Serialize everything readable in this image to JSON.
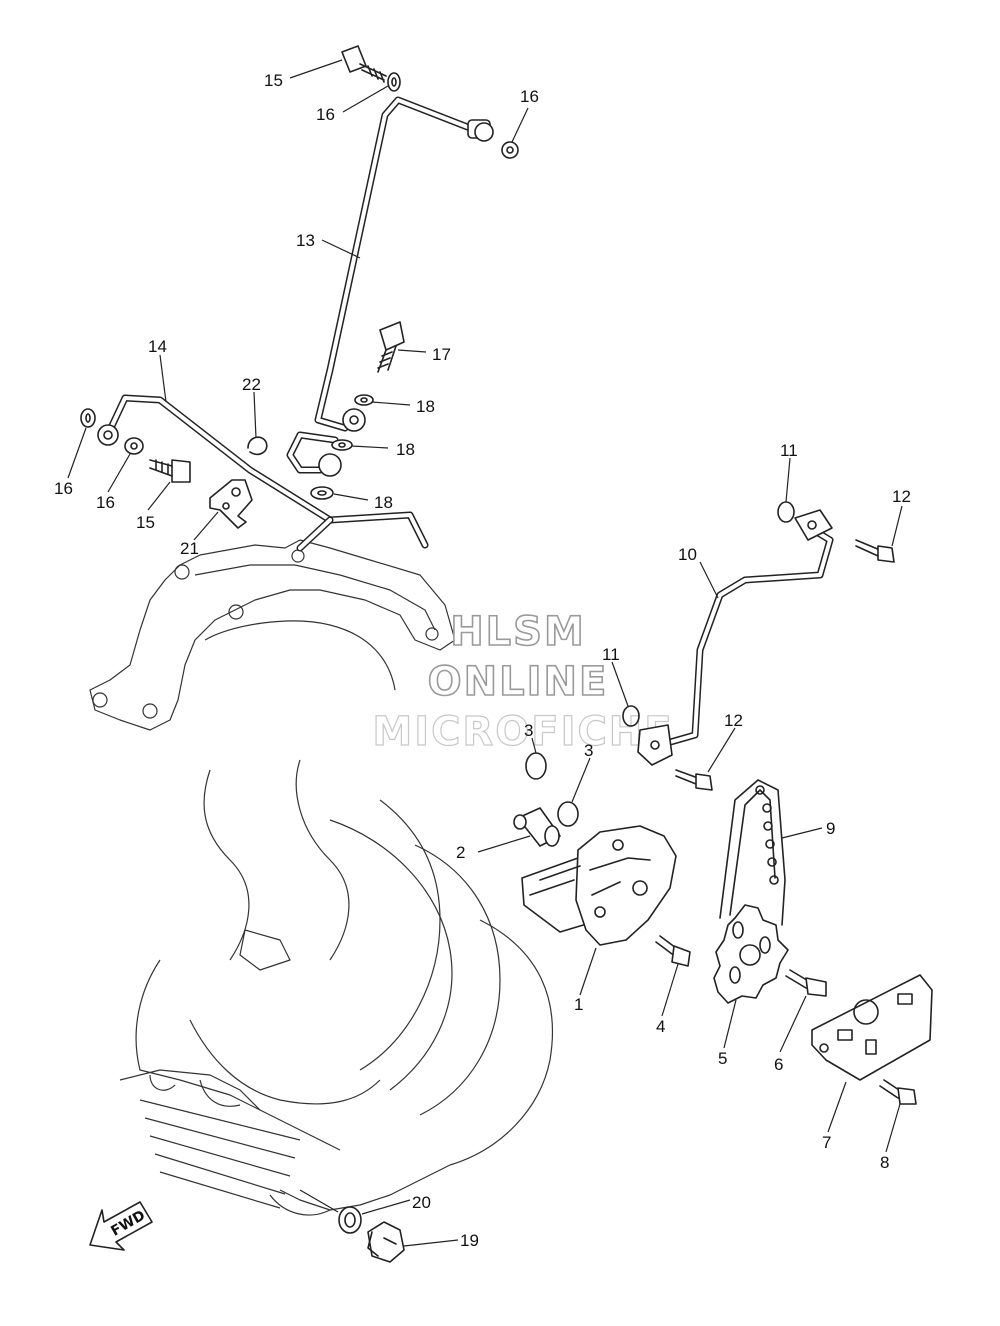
{
  "watermark": {
    "line1": "HLSM",
    "line2": "ONLINE",
    "line3": "MICROFICHE"
  },
  "direction_arrow": {
    "label": "FWD",
    "icon": "forward-arrow-icon"
  },
  "callouts": [
    {
      "id": "c15a",
      "text": "15"
    },
    {
      "id": "c16a",
      "text": "16"
    },
    {
      "id": "c16b",
      "text": "16"
    },
    {
      "id": "c13",
      "text": "13"
    },
    {
      "id": "c17",
      "text": "17"
    },
    {
      "id": "c18a",
      "text": "18"
    },
    {
      "id": "c18b",
      "text": "18"
    },
    {
      "id": "c18c",
      "text": "18"
    },
    {
      "id": "c14",
      "text": "14"
    },
    {
      "id": "c22",
      "text": "22"
    },
    {
      "id": "c16c",
      "text": "16"
    },
    {
      "id": "c16d",
      "text": "16"
    },
    {
      "id": "c15b",
      "text": "15"
    },
    {
      "id": "c21",
      "text": "21"
    },
    {
      "id": "c11a",
      "text": "11"
    },
    {
      "id": "c12a",
      "text": "12"
    },
    {
      "id": "c10",
      "text": "10"
    },
    {
      "id": "c11b",
      "text": "11"
    },
    {
      "id": "c12b",
      "text": "12"
    },
    {
      "id": "c3a",
      "text": "3"
    },
    {
      "id": "c3b",
      "text": "3"
    },
    {
      "id": "c9",
      "text": "9"
    },
    {
      "id": "c2",
      "text": "2"
    },
    {
      "id": "c1",
      "text": "1"
    },
    {
      "id": "c4",
      "text": "4"
    },
    {
      "id": "c5",
      "text": "5"
    },
    {
      "id": "c6",
      "text": "6"
    },
    {
      "id": "c7",
      "text": "7"
    },
    {
      "id": "c8",
      "text": "8"
    },
    {
      "id": "c20",
      "text": "20"
    },
    {
      "id": "c19",
      "text": "19"
    }
  ]
}
